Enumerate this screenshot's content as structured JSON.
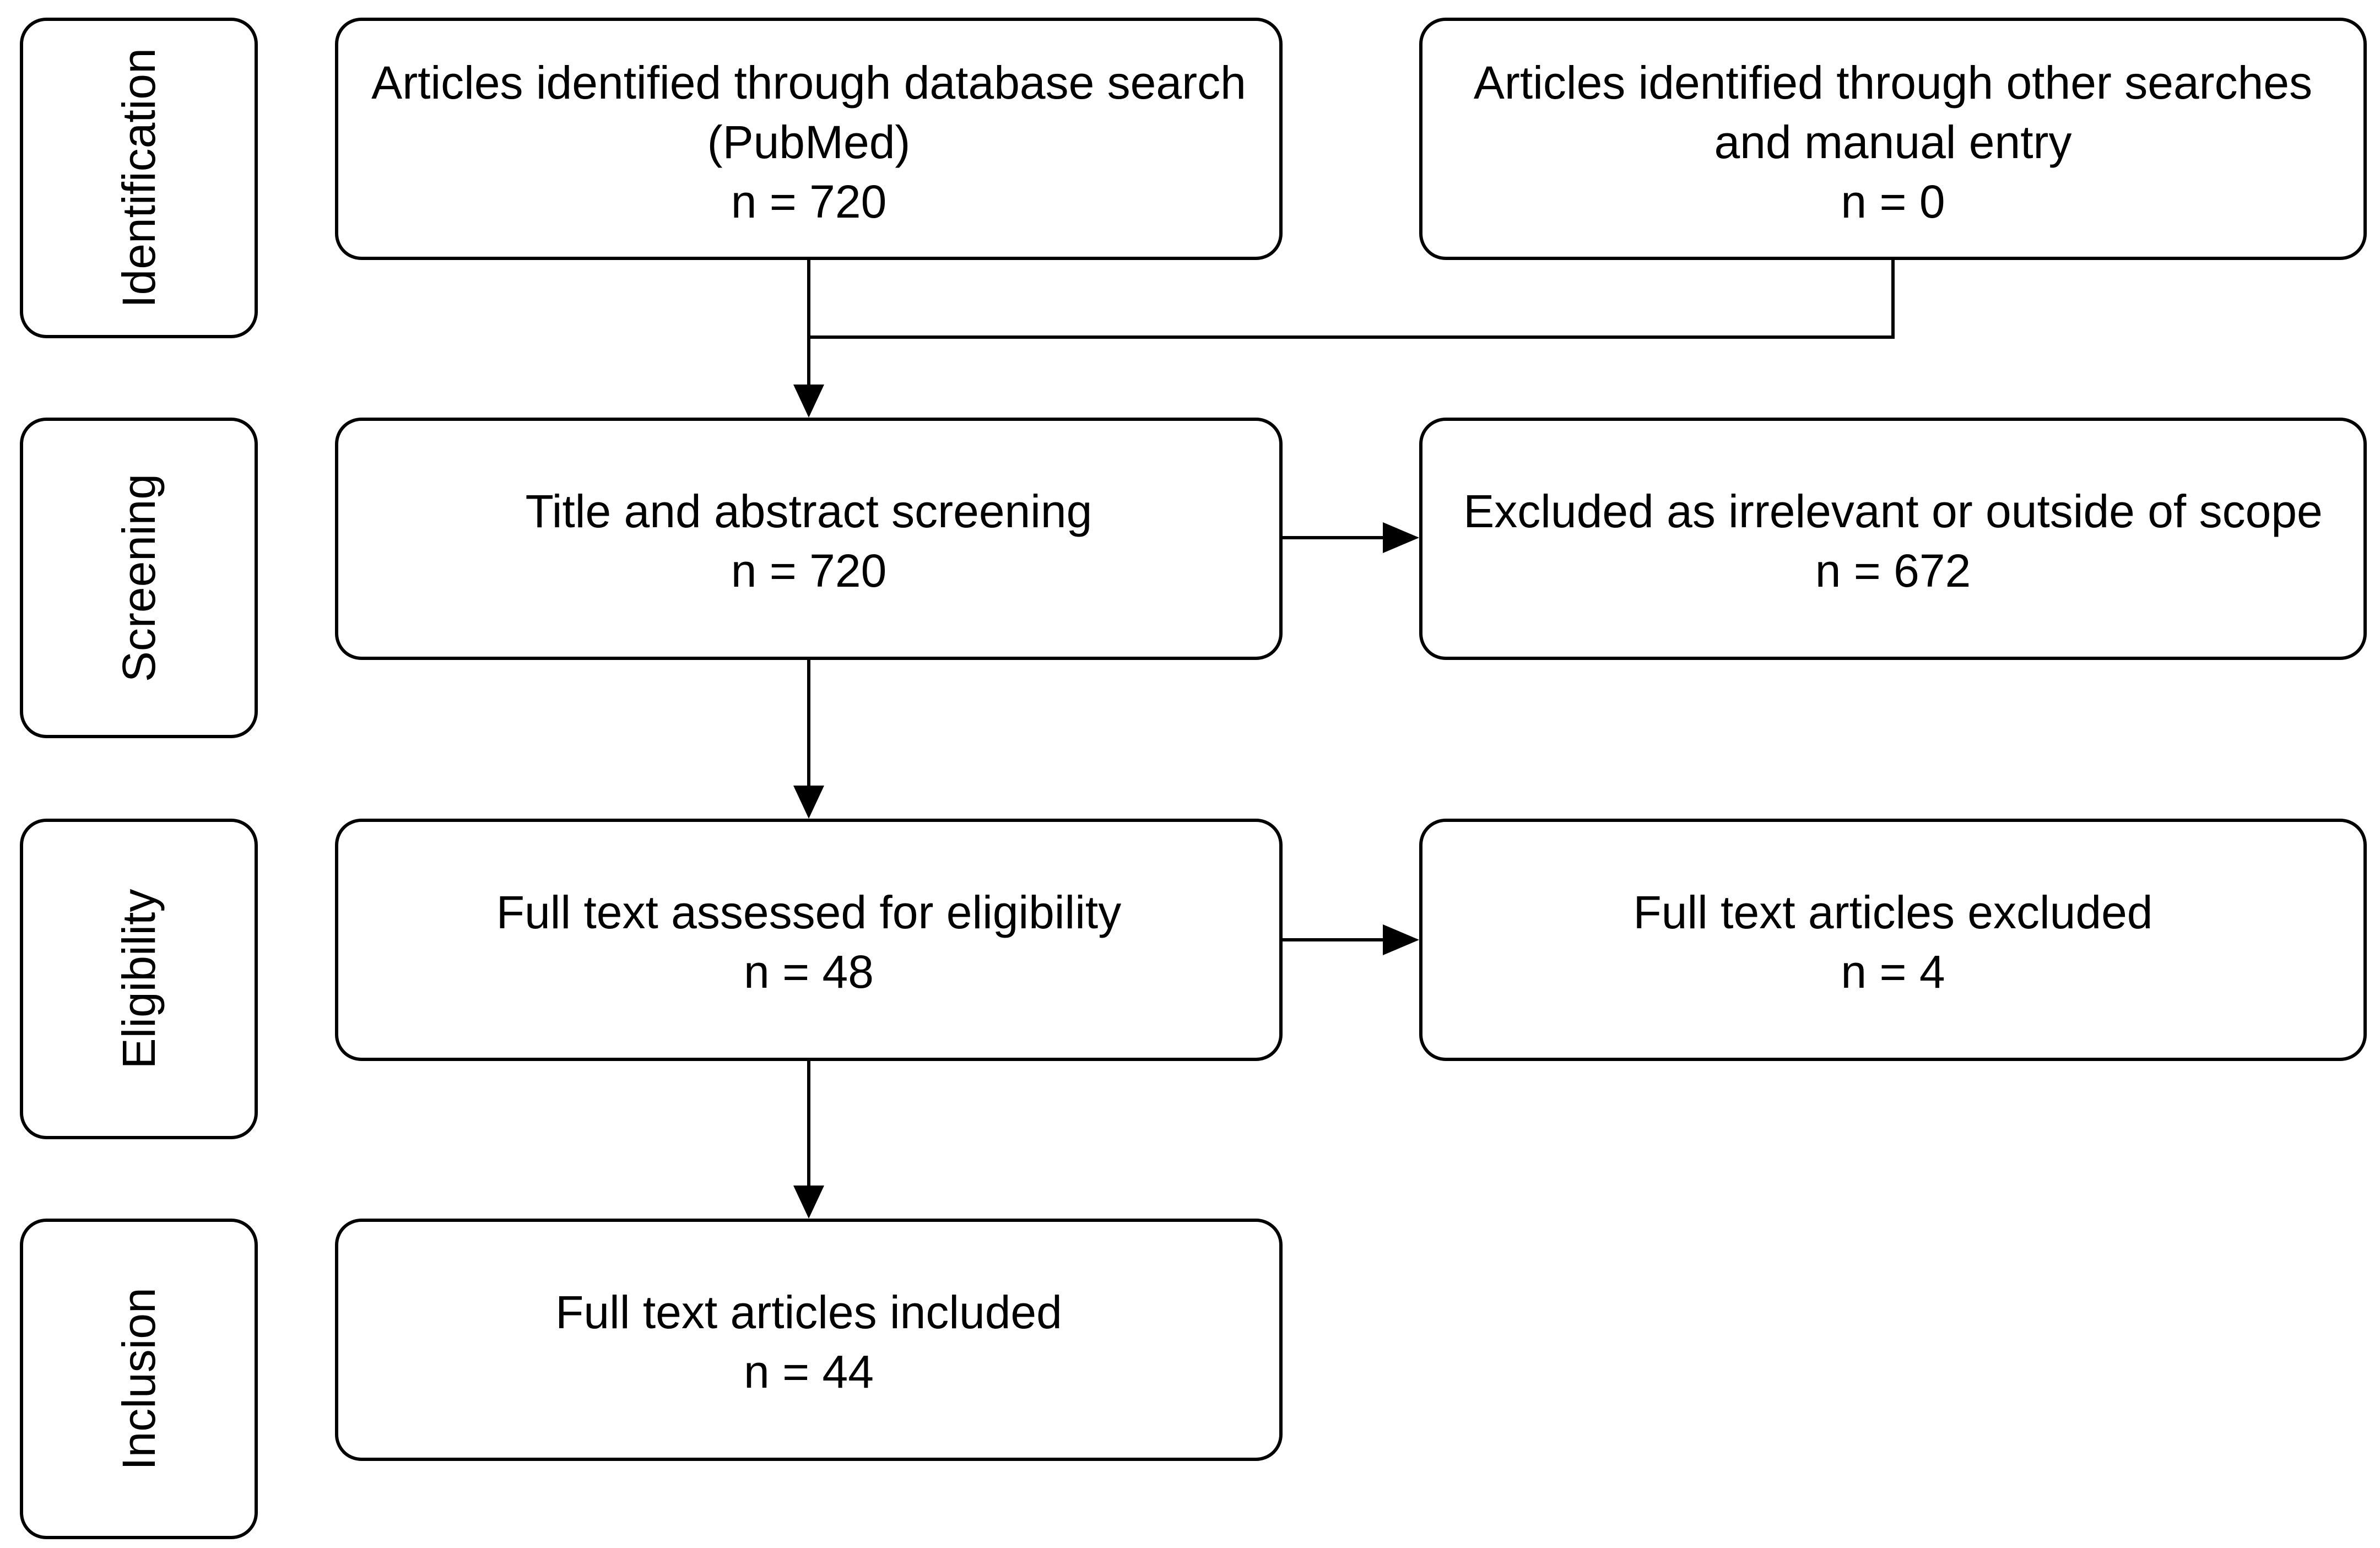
{
  "stages": [
    {
      "id": "identification",
      "label": "Identification"
    },
    {
      "id": "screening",
      "label": "Screening"
    },
    {
      "id": "eligibility",
      "label": "Eligibility"
    },
    {
      "id": "inclusion",
      "label": "Inclusion"
    }
  ],
  "nodes": {
    "database_search": {
      "lines": [
        "Articles identified through database search",
        "(PubMed)"
      ],
      "count": "n = 720"
    },
    "other_searches": {
      "lines": [
        "Articles identified through other searches",
        "and manual entry"
      ],
      "count": "n = 0"
    },
    "title_abstract_screening": {
      "lines": [
        "Title and abstract screening"
      ],
      "count": "n = 720"
    },
    "excluded_irrelevant": {
      "lines": [
        "Excluded as irrelevant or outside of scope"
      ],
      "count": "n = 672"
    },
    "full_text_assessed": {
      "lines": [
        "Full text assessed for eligibility"
      ],
      "count": "n = 48"
    },
    "full_text_excluded": {
      "lines": [
        "Full text articles excluded"
      ],
      "count": "n = 4"
    },
    "full_text_included": {
      "lines": [
        "Full text articles included"
      ],
      "count": "n = 44"
    }
  }
}
